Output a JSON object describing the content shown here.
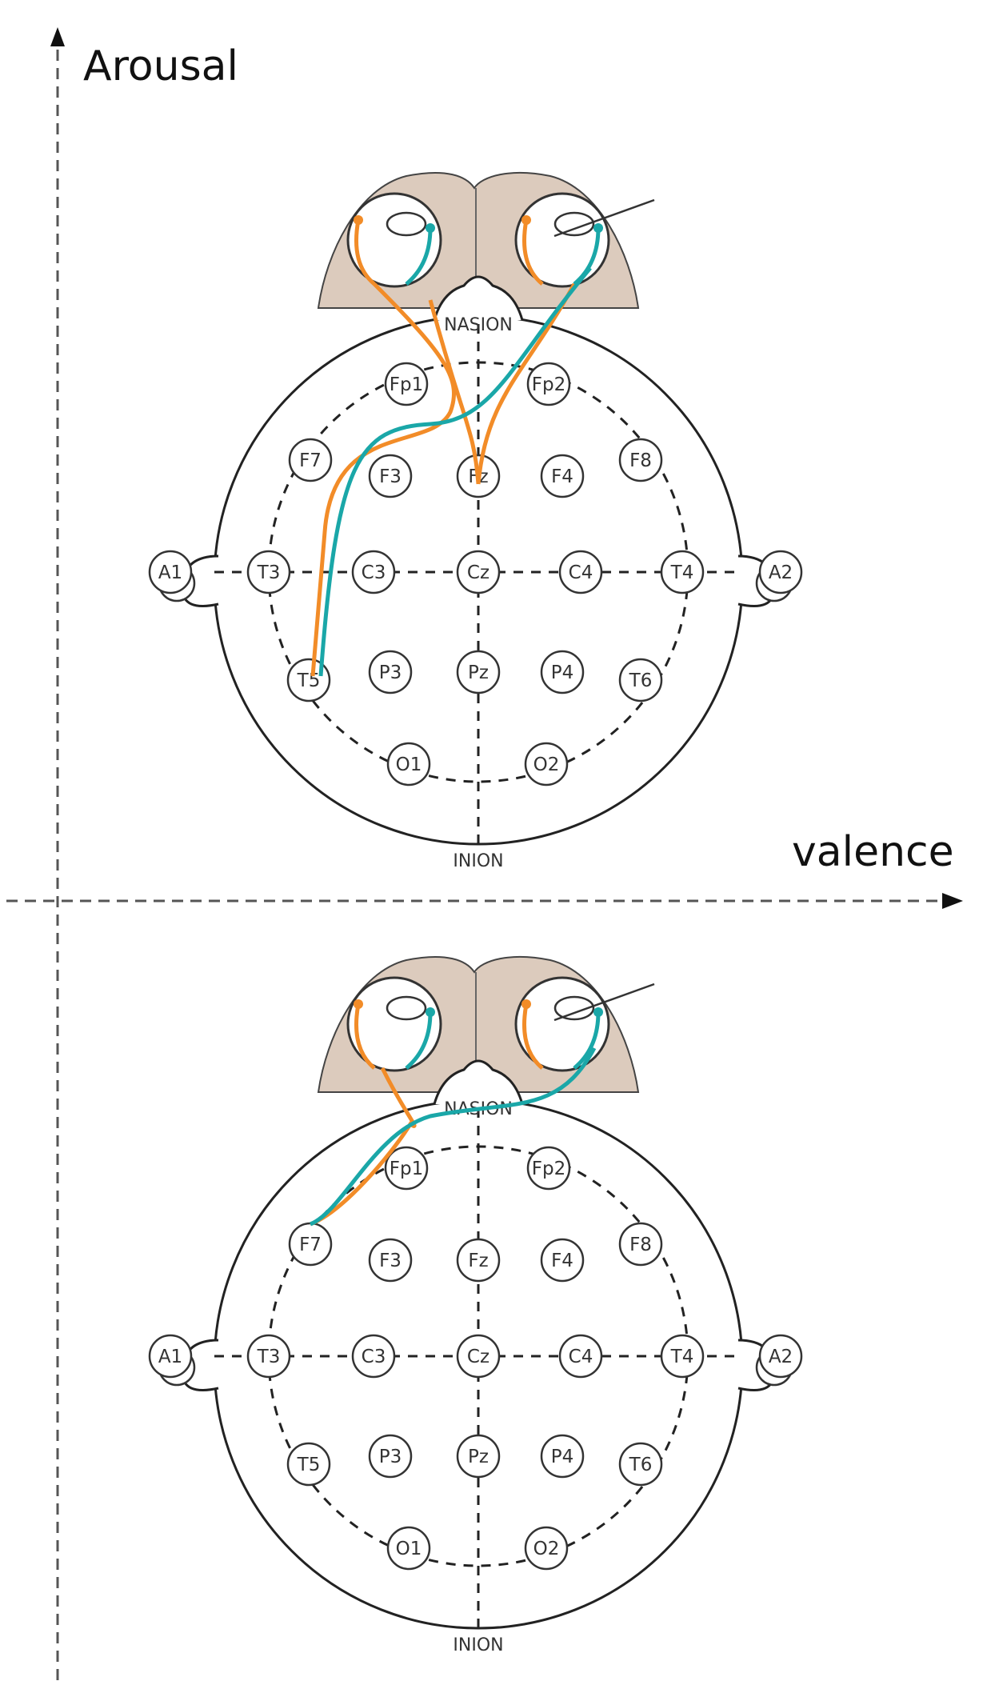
{
  "axes": {
    "y_label": "Arousal",
    "x_label": "valence"
  },
  "colors": {
    "orange_signal": "#f28c28",
    "teal_signal": "#1aa7a8",
    "skull_fill": "#dccbbd",
    "outline": "#222222"
  },
  "panels": [
    {
      "id": "top",
      "nasion": "NASION",
      "inion": "INION",
      "electrodes": [
        "Fp1",
        "Fp2",
        "F7",
        "F3",
        "Fz",
        "F4",
        "F8",
        "A1",
        "T3",
        "C3",
        "Cz",
        "C4",
        "T4",
        "A2",
        "T5",
        "P3",
        "Pz",
        "P4",
        "T6",
        "O1",
        "O2"
      ],
      "orange_endpoints": [
        "T5",
        "Fz"
      ],
      "teal_endpoints": [
        "T5"
      ]
    },
    {
      "id": "bottom",
      "nasion": "NASION",
      "inion": "INION",
      "electrodes": [
        "Fp1",
        "Fp2",
        "F7",
        "F3",
        "Fz",
        "F4",
        "F8",
        "A1",
        "T3",
        "C3",
        "Cz",
        "C4",
        "T4",
        "A2",
        "T5",
        "P3",
        "Pz",
        "P4",
        "T6",
        "O1",
        "O2"
      ],
      "orange_endpoints": [
        "F7"
      ],
      "teal_endpoints": [
        "F7"
      ]
    }
  ]
}
